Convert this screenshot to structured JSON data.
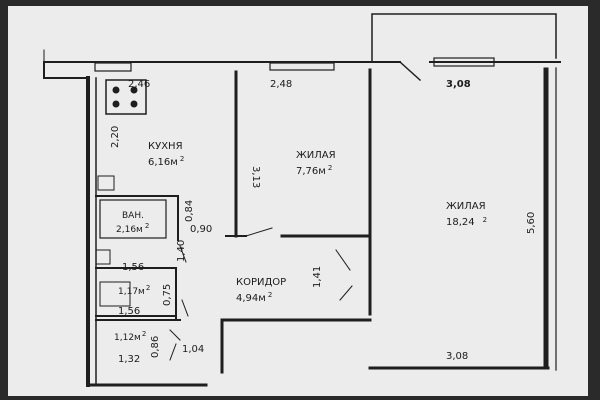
{
  "plan": {
    "rooms": {
      "kitchen": {
        "name": "КУХНЯ",
        "area": "6,16м",
        "sup": "2"
      },
      "living_small": {
        "name": "ЖИЛАЯ",
        "area": "7,76м",
        "sup": "2"
      },
      "living_large": {
        "name": "ЖИЛАЯ",
        "area": "18,24",
        "sup": "2"
      },
      "bath": {
        "name": "ВАН.",
        "area": "2,16м",
        "sup": "2"
      },
      "corridor": {
        "name": "КОРИДОР",
        "area": "4,94м",
        "sup": "2"
      },
      "wc": {
        "area": "1,17м",
        "sup": "2"
      },
      "closet": {
        "area": "1,12м",
        "sup": "2"
      }
    },
    "dims": {
      "kitchen_top": "2,46",
      "kitchen_side": "2,20",
      "living_small_top": "2,48",
      "living_small_side": "3,13",
      "living_large_top": "3,08",
      "living_large_bottom": "3,08",
      "living_large_side": "5,60",
      "bath_side": "0,84",
      "bath_door": "0,90",
      "bath_bottom": "1,56",
      "bath_vert": "1,40",
      "wc_bottom": "1,56",
      "wc_side": "0,75",
      "corridor_side": "1,41",
      "closet_bottom": "1,32",
      "closet_side": "0,86",
      "closet_door": "1,04"
    }
  }
}
